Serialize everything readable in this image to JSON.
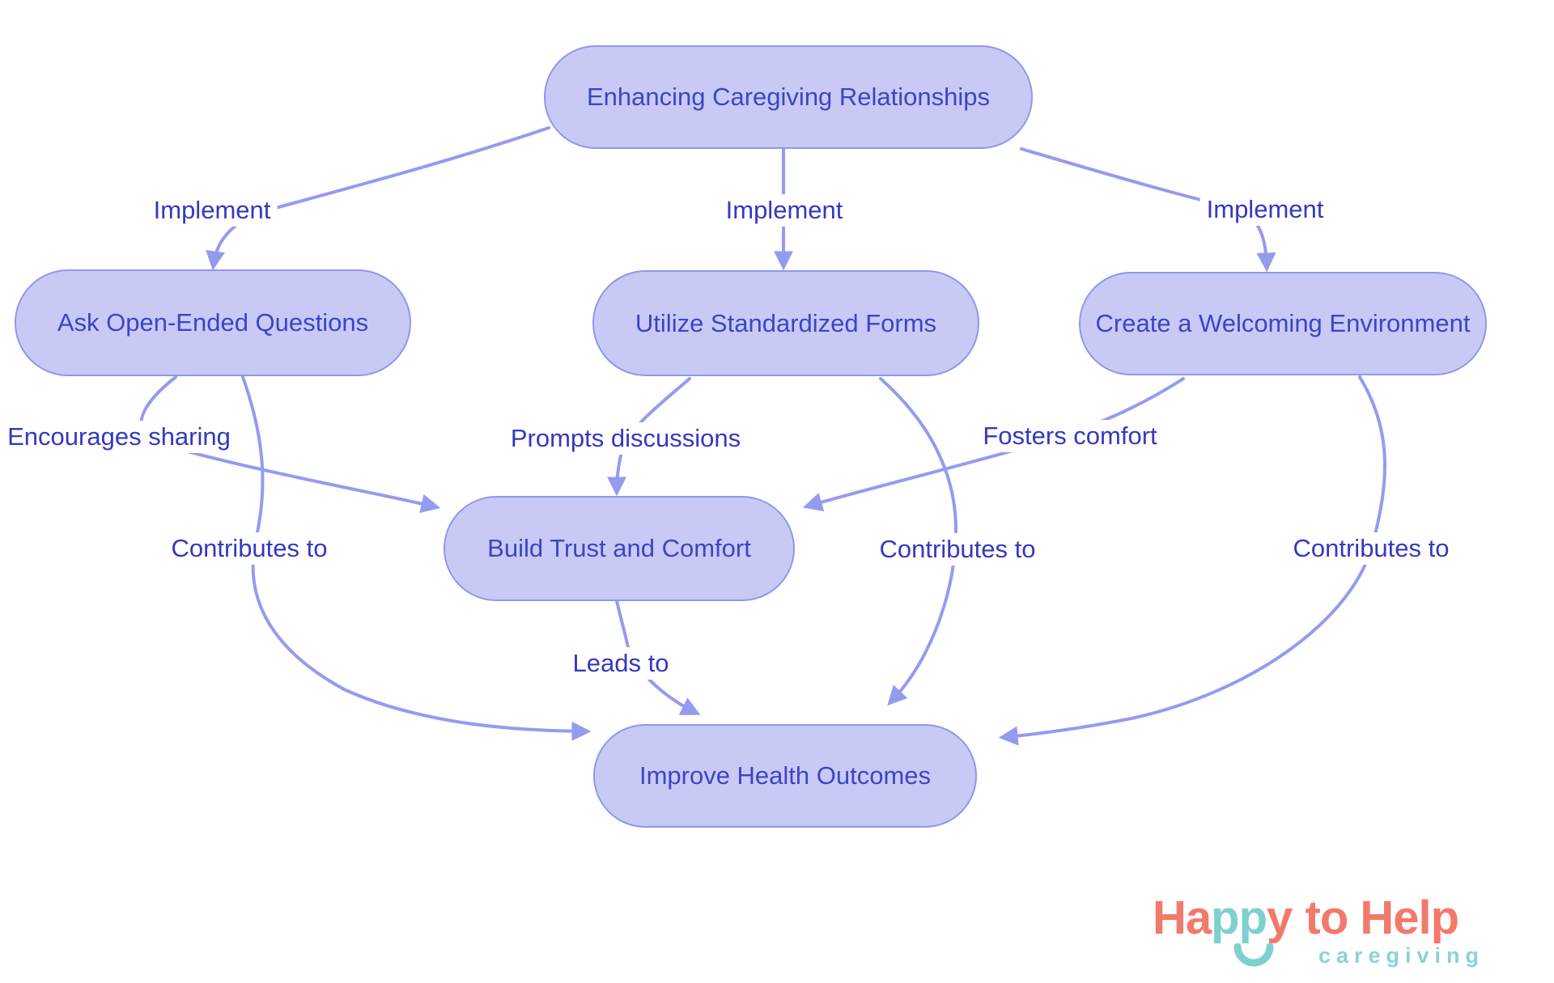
{
  "diagram": {
    "nodes": [
      {
        "id": "enhancing",
        "label": "Enhancing Caregiving Relationships"
      },
      {
        "id": "ask",
        "label": "Ask Open-Ended Questions"
      },
      {
        "id": "forms",
        "label": "Utilize Standardized Forms"
      },
      {
        "id": "welcoming",
        "label": "Create a Welcoming Environment"
      },
      {
        "id": "trust",
        "label": "Build Trust and Comfort"
      },
      {
        "id": "outcomes",
        "label": "Improve Health Outcomes"
      }
    ],
    "edges": [
      {
        "from": "enhancing",
        "to": "ask",
        "label": "Implement"
      },
      {
        "from": "enhancing",
        "to": "forms",
        "label": "Implement"
      },
      {
        "from": "enhancing",
        "to": "welcoming",
        "label": "Implement"
      },
      {
        "from": "ask",
        "to": "trust",
        "label": "Encourages sharing"
      },
      {
        "from": "forms",
        "to": "trust",
        "label": "Prompts discussions"
      },
      {
        "from": "welcoming",
        "to": "trust",
        "label": "Fosters comfort"
      },
      {
        "from": "ask",
        "to": "outcomes",
        "label": "Contributes to"
      },
      {
        "from": "forms",
        "to": "outcomes",
        "label": "Contributes to"
      },
      {
        "from": "welcoming",
        "to": "outcomes",
        "label": "Contributes to"
      },
      {
        "from": "trust",
        "to": "outcomes",
        "label": "Leads to"
      }
    ],
    "colors": {
      "node_fill": "#c8caf5",
      "node_border": "#9097e8",
      "node_text": "#3d44c6",
      "edge_stroke": "#949bef",
      "edge_label_text": "#3439bf"
    }
  },
  "logo": {
    "brand_part1": "Ha",
    "brand_part2": "pp",
    "brand_part3": "y",
    "brand_part4": "to Help",
    "tagline": "caregiving",
    "colors": {
      "coral": "#f3796b",
      "teal": "#7ed0ce"
    }
  }
}
